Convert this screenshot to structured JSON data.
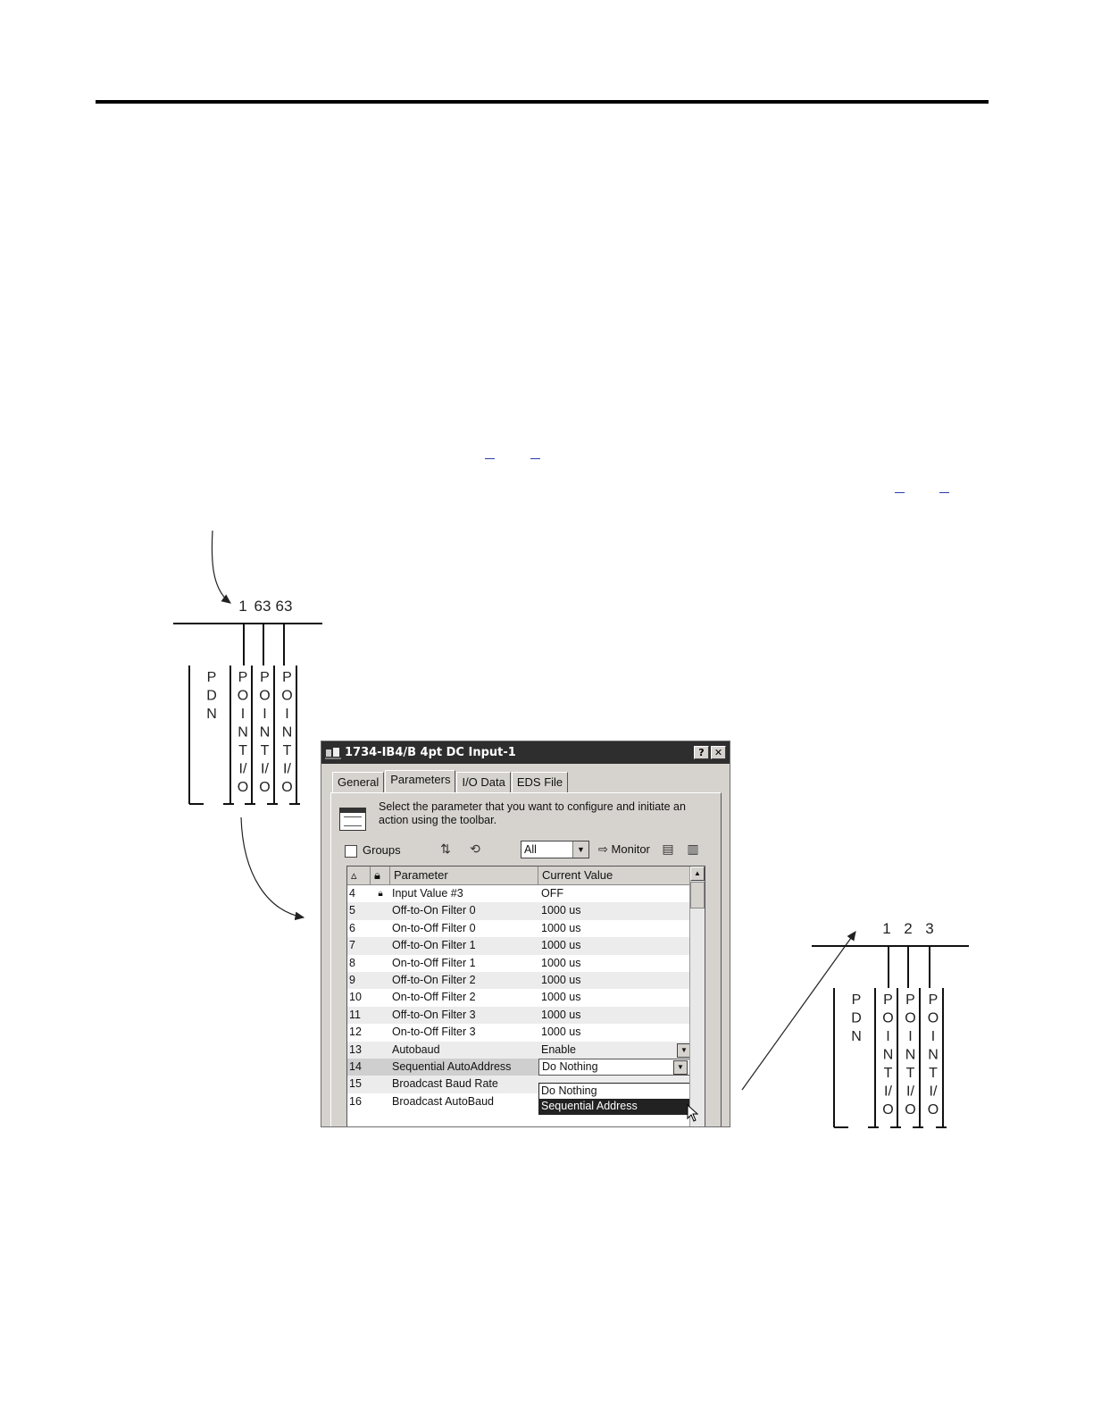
{
  "diagram_left": {
    "node_addresses": [
      "1",
      "63",
      "63"
    ],
    "modules": [
      {
        "letters": [
          "P",
          "D",
          "N"
        ]
      },
      {
        "letters": [
          "P",
          "O",
          "I",
          "N",
          "T",
          "I/",
          "O"
        ]
      },
      {
        "letters": [
          "P",
          "O",
          "I",
          "N",
          "T",
          "I/",
          "O"
        ]
      },
      {
        "letters": [
          "P",
          "O",
          "I",
          "N",
          "T",
          "I/",
          "O"
        ]
      }
    ]
  },
  "diagram_right": {
    "node_addresses": [
      "1",
      "2",
      "3"
    ],
    "modules": [
      {
        "letters": [
          "P",
          "D",
          "N"
        ]
      },
      {
        "letters": [
          "P",
          "O",
          "I",
          "N",
          "T",
          "I/",
          "O"
        ]
      },
      {
        "letters": [
          "P",
          "O",
          "I",
          "N",
          "T",
          "I/",
          "O"
        ]
      },
      {
        "letters": [
          "P",
          "O",
          "I",
          "N",
          "T",
          "I/",
          "O"
        ]
      }
    ]
  },
  "dialog": {
    "title": "1734-IB4/B 4pt DC Input-1",
    "help_btn": "?",
    "close_btn": "✕",
    "tabs": [
      "General",
      "Parameters",
      "I/O Data",
      "EDS File"
    ],
    "active_tab": "Parameters",
    "info_text": "Select the parameter that you want to configure and initiate an action using the toolbar.",
    "toolbar": {
      "groups_label": "Groups",
      "groups_checked": false,
      "filter_value": "All",
      "monitor_label": "Monitor"
    },
    "grid": {
      "headers": [
        "",
        "",
        "Parameter",
        "Current Value"
      ],
      "rows": [
        {
          "num": "4",
          "locked": true,
          "param": "Input Value #3",
          "value": "OFF"
        },
        {
          "num": "5",
          "locked": false,
          "param": "Off-to-On Filter 0",
          "value": "1000 us"
        },
        {
          "num": "6",
          "locked": false,
          "param": "On-to-Off Filter 0",
          "value": "1000 us"
        },
        {
          "num": "7",
          "locked": false,
          "param": "Off-to-On Filter 1",
          "value": "1000 us"
        },
        {
          "num": "8",
          "locked": false,
          "param": "On-to-Off Filter 1",
          "value": "1000 us"
        },
        {
          "num": "9",
          "locked": false,
          "param": "Off-to-On Filter 2",
          "value": "1000 us"
        },
        {
          "num": "10",
          "locked": false,
          "param": "On-to-Off Filter 2",
          "value": "1000 us"
        },
        {
          "num": "11",
          "locked": false,
          "param": "Off-to-On Filter 3",
          "value": "1000 us"
        },
        {
          "num": "12",
          "locked": false,
          "param": "On-to-Off Filter 3",
          "value": "1000 us"
        },
        {
          "num": "13",
          "locked": false,
          "param": "Autobaud",
          "value": "Enable"
        },
        {
          "num": "14",
          "locked": false,
          "param": "Sequential AutoAddress",
          "value": "Do Nothing"
        },
        {
          "num": "15",
          "locked": false,
          "param": "Broadcast Baud Rate",
          "value": ""
        },
        {
          "num": "16",
          "locked": false,
          "param": "Broadcast AutoBaud",
          "value": ""
        }
      ],
      "dropdown_options": [
        "Do Nothing",
        "Sequential Address"
      ],
      "dropdown_highlighted": "Sequential Address"
    }
  },
  "colors": {
    "titlebar": "#2e2e2e",
    "dialog_face": "#d6d3ce",
    "link": "#2a3fa8"
  },
  "icons": [
    "app-icon",
    "lock-icon",
    "upload-icon",
    "download-icon",
    "monitor-arrow-icon",
    "device-icon",
    "mouse-cursor-icon",
    "info-table-icon"
  ]
}
